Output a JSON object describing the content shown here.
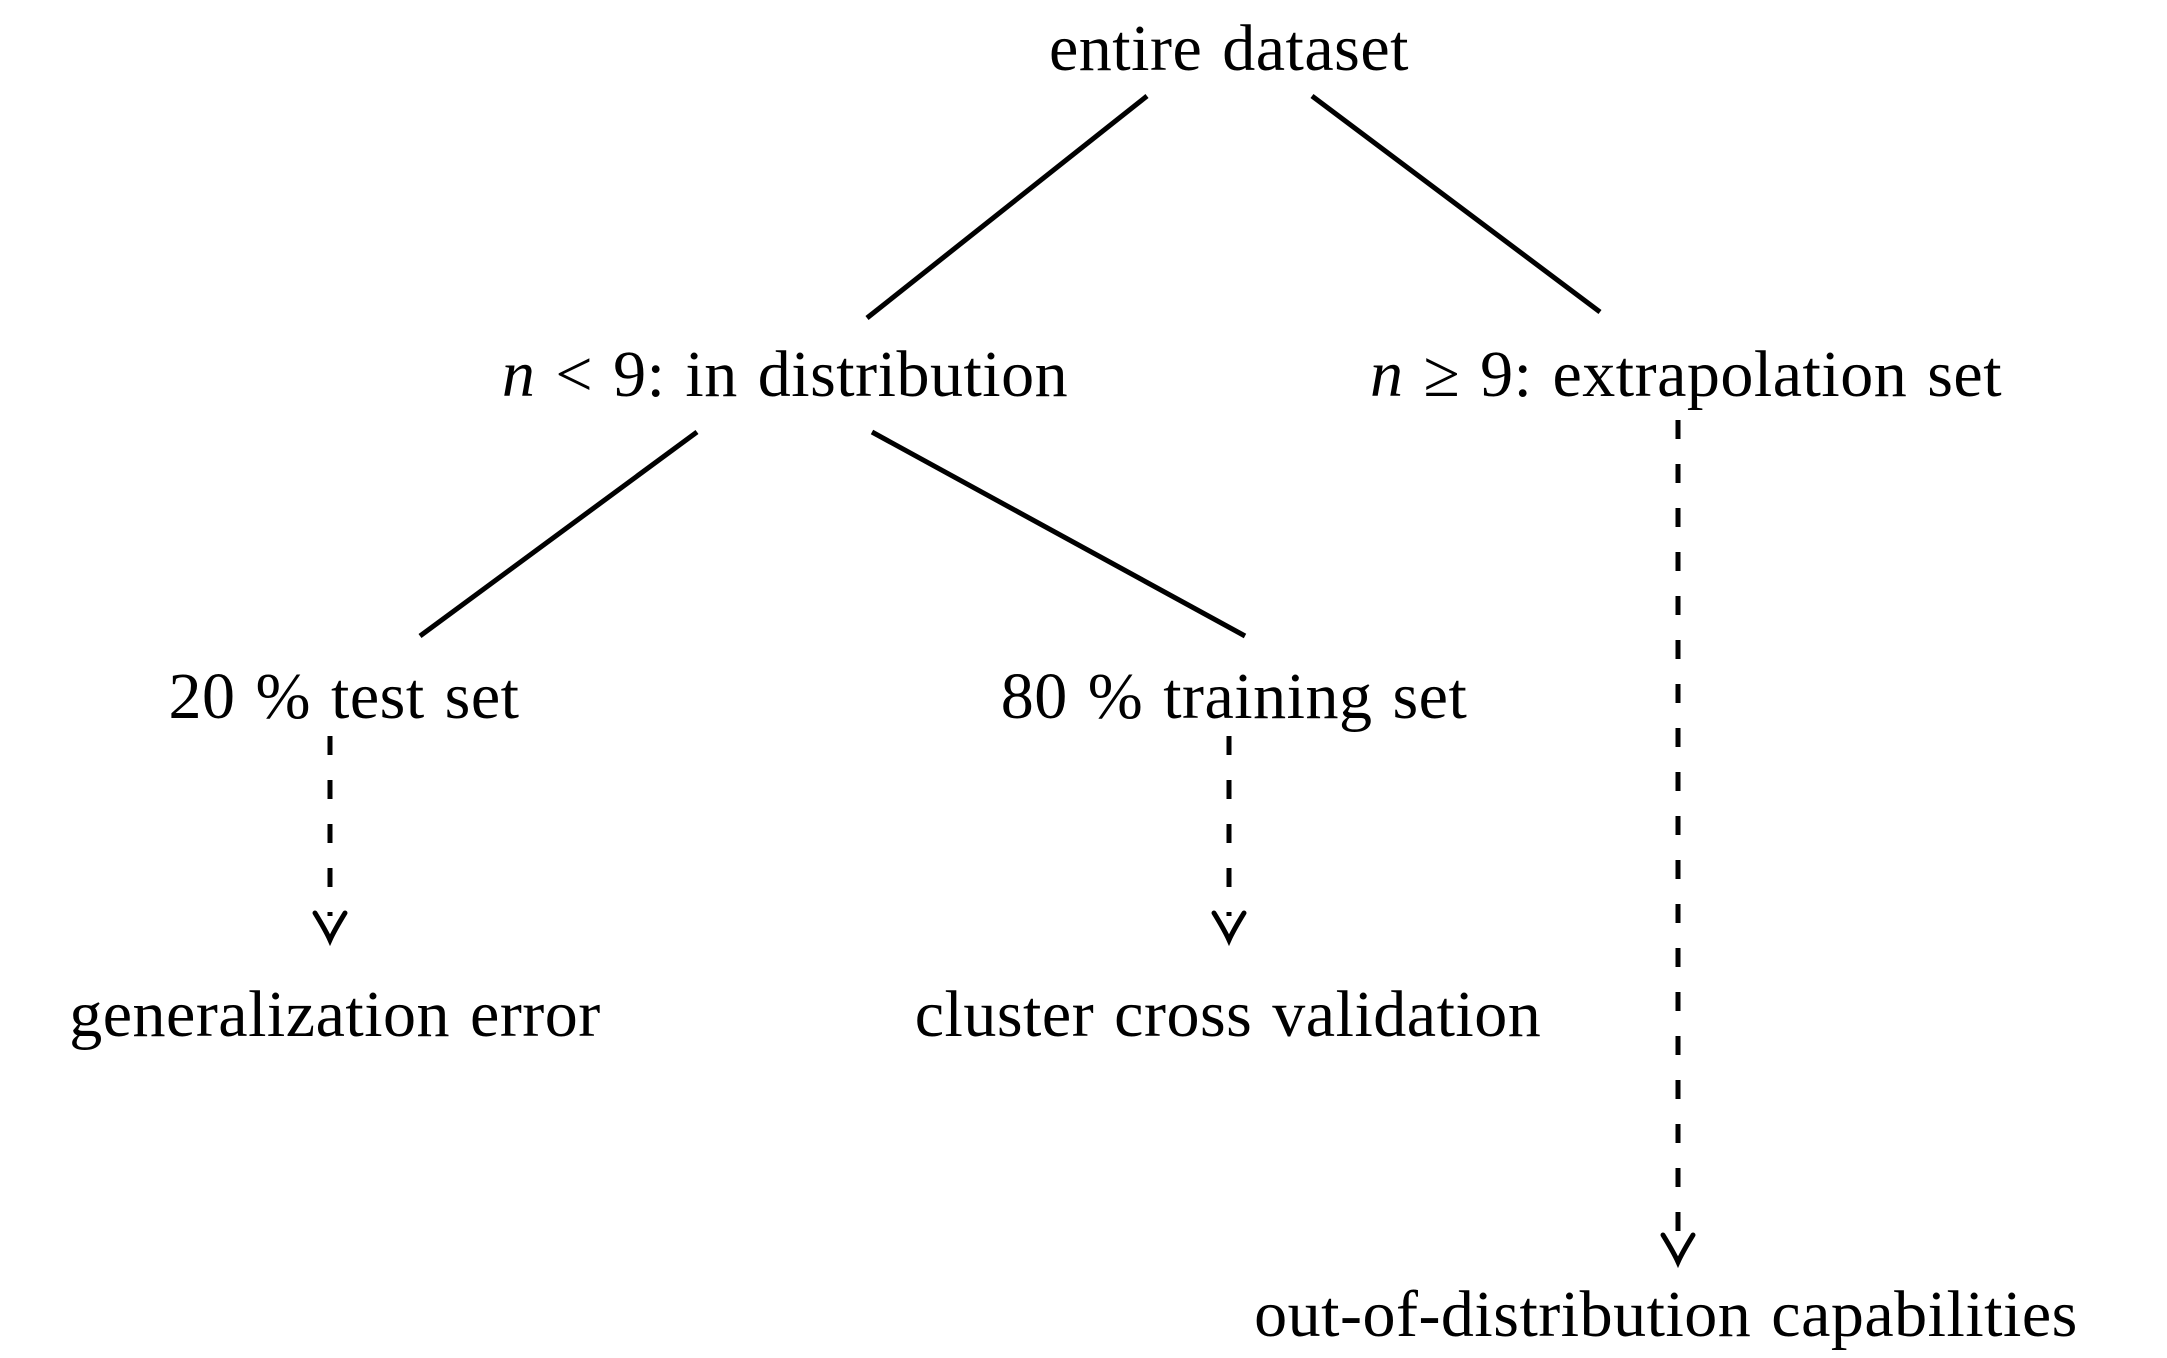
{
  "diagram": {
    "title": "dataset split tree",
    "nodes": {
      "root": {
        "label": "entire dataset"
      },
      "in_distribution": {
        "var": "n",
        "rest": " < 9: in distribution"
      },
      "extrapolation": {
        "var": "n",
        "rest": " ≥ 9: extrapolation set"
      },
      "test_set": {
        "label": "20 % test set"
      },
      "training_set": {
        "label": "80 % training set"
      },
      "generalization_error": {
        "label": "generalization error"
      },
      "cluster_cross_validation": {
        "label": "cluster cross validation"
      },
      "out_of_distribution": {
        "label": "out-of-distribution capabilities"
      }
    },
    "edges": [
      {
        "from": "entire dataset",
        "to": "n < 9: in distribution",
        "style": "solid"
      },
      {
        "from": "entire dataset",
        "to": "n ≥ 9: extrapolation set",
        "style": "solid"
      },
      {
        "from": "n < 9: in distribution",
        "to": "20 % test set",
        "style": "solid"
      },
      {
        "from": "n < 9: in distribution",
        "to": "80 % training set",
        "style": "solid"
      },
      {
        "from": "20 % test set",
        "to": "generalization error",
        "style": "dashed-arrow"
      },
      {
        "from": "80 % training set",
        "to": "cluster cross validation",
        "style": "dashed-arrow"
      },
      {
        "from": "n ≥ 9: extrapolation set",
        "to": "out-of-distribution capabilities",
        "style": "dashed-arrow"
      }
    ],
    "colors": {
      "text": "#000000",
      "line": "#000000",
      "background": "#ffffff"
    }
  }
}
